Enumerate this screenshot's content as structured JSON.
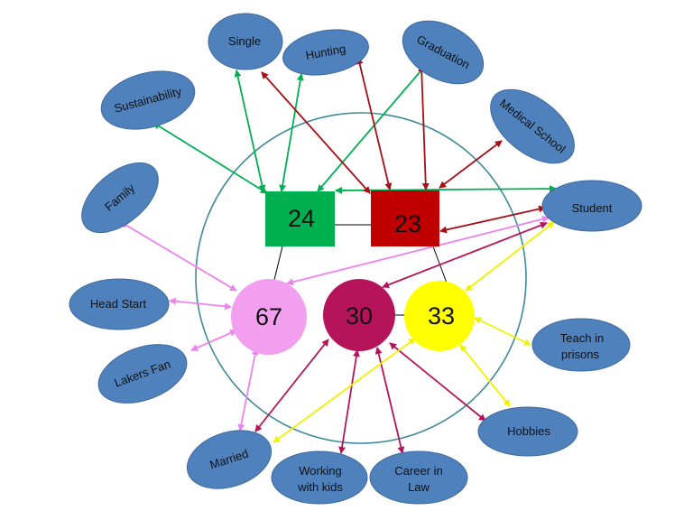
{
  "colors": {
    "ellipse_fill": "#4f81bd",
    "ellipse_stroke": "#3d6a9e",
    "big_circle": "#3e8a9a",
    "node_24": "#00b050",
    "node_23": "#c00000",
    "node_67": "#f29ff0",
    "node_30": "#b5145a",
    "node_33": "#ffff00",
    "green_arrow": "#00b050",
    "darkred_arrow": "#a50f15",
    "magenta_arrow": "#b5145a",
    "pink_arrow": "#ee82ee",
    "yellow_arrow": "#f2f200",
    "connector": "#000000"
  },
  "nodes": {
    "n24": "24",
    "n23": "23",
    "n67": "67",
    "n30": "30",
    "n33": "33"
  },
  "labels": {
    "single": "Single",
    "hunting": "Hunting",
    "graduation": "Graduation",
    "sustainability": "Sustainability",
    "medical_school": "Medical School",
    "family": "Family",
    "student": "Student",
    "head_start": "Head Start",
    "lakers_fan": "Lakers Fan",
    "teach_in_prisons_1": "Teach in",
    "teach_in_prisons_2": "prisons",
    "hobbies": "Hobbies",
    "married": "Married",
    "working_with_kids_1": "Working",
    "working_with_kids_2": "with kids",
    "career_in_law_1": "Career in",
    "career_in_law_2": "Law"
  }
}
